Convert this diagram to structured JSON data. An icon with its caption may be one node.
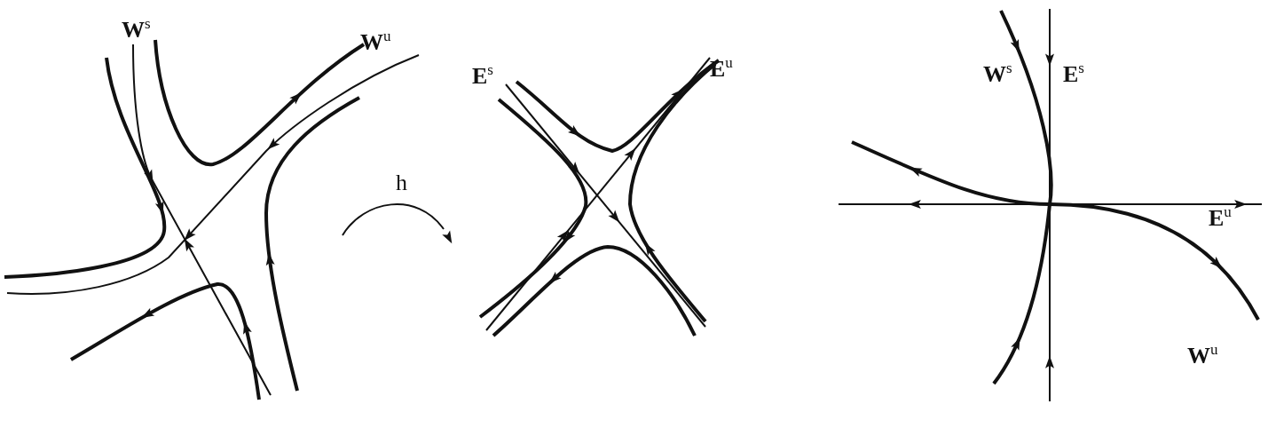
{
  "diagram": {
    "labels": [
      "W$^{s}$",
      "W$^{u}$",
      "h",
      "E$^{s}$",
      "E$^{u}$",
      "W$^{s}$",
      "E$^{s}$",
      "E$^{u}$",
      "W$^{u}$"
    ]
  }
}
